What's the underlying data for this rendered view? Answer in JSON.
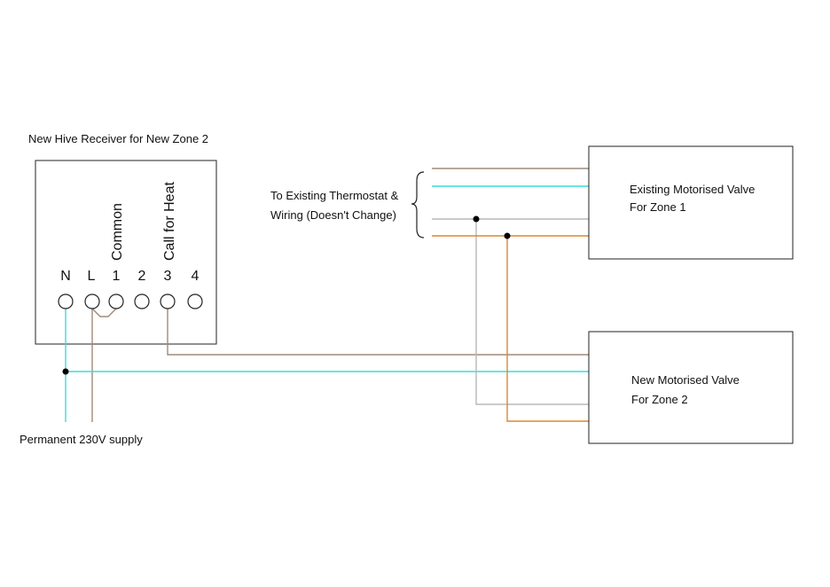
{
  "receiver": {
    "title": "New Hive Receiver for New Zone 2",
    "terminals": [
      "N",
      "L",
      "1",
      "2",
      "3",
      "4"
    ],
    "vertical_labels": {
      "common": "Common",
      "call_for_heat": "Call for Heat"
    }
  },
  "thermostat_note": {
    "line1": "To Existing Thermostat &",
    "line2": "Wiring (Doesn't Change)"
  },
  "valve_zone1": {
    "line1": "Existing Motorised Valve",
    "line2": "For Zone 1"
  },
  "valve_zone2": {
    "line1": "New Motorised Valve",
    "line2": "For Zone 2"
  },
  "supply_label": "Permanent 230V supply",
  "wire_colors": {
    "brown": "#a08a7a",
    "cyan": "#3cdcdc",
    "grey": "#b8b8b8",
    "orange": "#d68a30"
  }
}
